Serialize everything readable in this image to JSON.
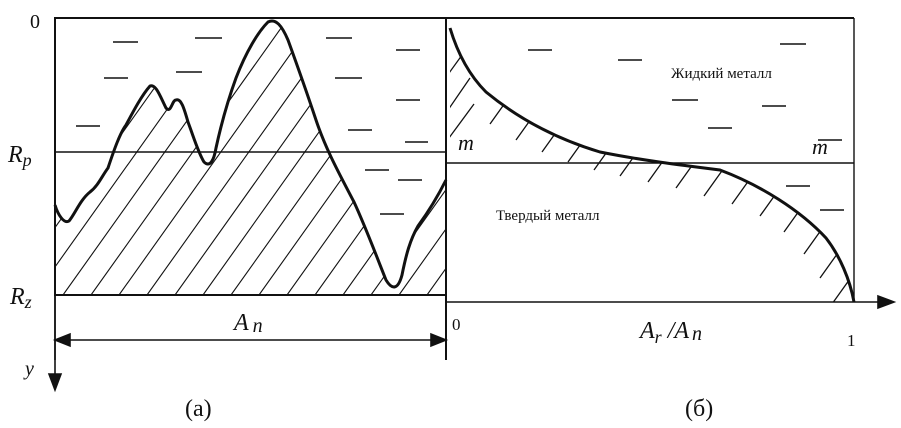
{
  "left_panel": {
    "top_label": "0",
    "rp_label": "R",
    "rp_sub": "p",
    "rz_label": "R",
    "rz_sub": "z",
    "width_label": "A",
    "width_sub": "n",
    "y_axis_label": "y",
    "caption": "(a)"
  },
  "right_panel": {
    "liquid_label": "Жидкий металл",
    "solid_label": "Твердый металл",
    "m_left": "m",
    "m_right": "m",
    "x_origin": "0",
    "x_end": "1",
    "x_label_a": "A",
    "x_label_r": "r",
    "x_label_slash": " /",
    "x_label_a2": "A",
    "x_label_n": "n",
    "caption": "(б)"
  },
  "colors": {
    "ink": "#111111",
    "background": "#ffffff"
  }
}
